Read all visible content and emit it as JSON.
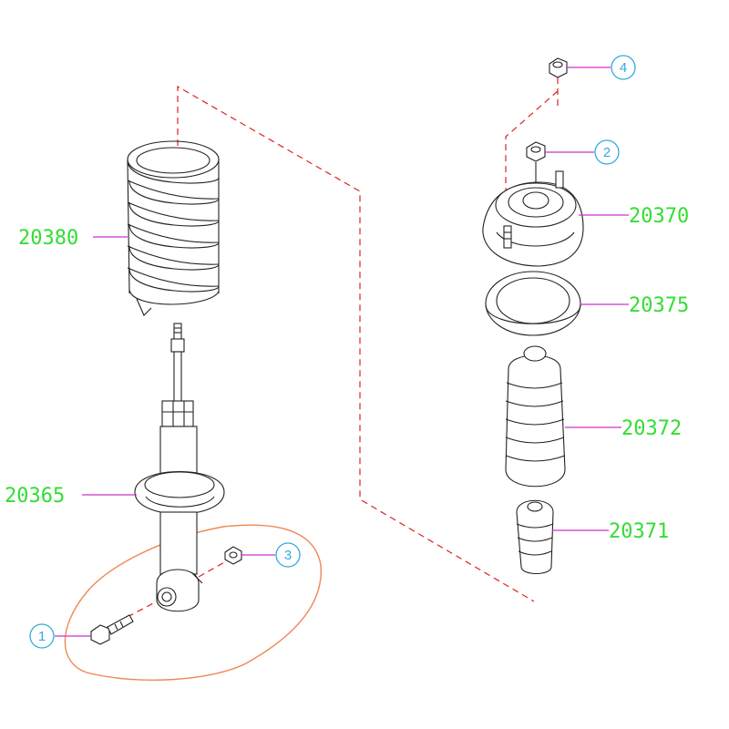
{
  "colors": {
    "part_label": "#33dd33",
    "leader": "#cc33cc",
    "callout": "#33aadd",
    "dashed_line": "#dd2222",
    "highlight_outline": "#ee8855",
    "linework": "#222222"
  },
  "parts": {
    "coil_spring": "20380",
    "strut": "20365",
    "strut_mount": "20370",
    "spring_seat": "20375",
    "dust_boot": "20372",
    "bump_stop": "20371"
  },
  "callouts": {
    "bolt": "1",
    "upper_nut": "2",
    "lower_nut": "3",
    "top_nut": "4"
  }
}
